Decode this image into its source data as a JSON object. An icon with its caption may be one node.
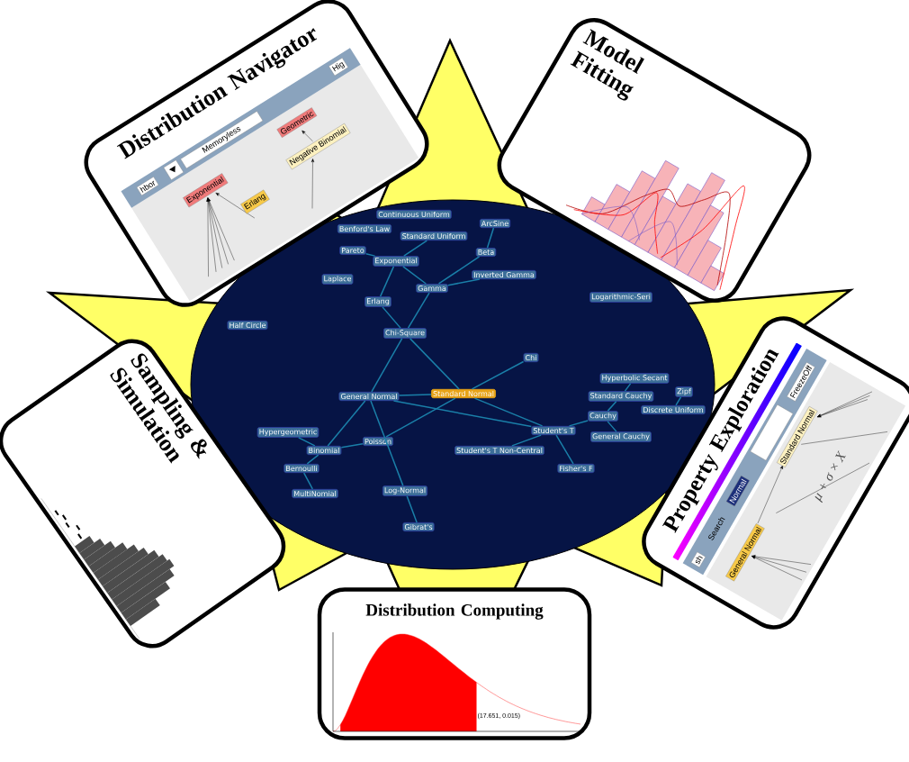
{
  "diagram": {
    "nodes": [
      {
        "text": [
          "Distribution Navigator"
        ]
      },
      {
        "text": [
          "Model Fitting"
        ]
      },
      {
        "text": [
          "Sampling & Simulation"
        ]
      },
      {
        "text": [
          "Property Exploration"
        ]
      },
      {
        "text": [
          "Distribution Computing"
        ]
      },
      {
        "text": [],
        "shape": "ellipse"
      },
      {
        "text": [
          "Continuous Uniform"
        ],
        "in": 5
      },
      {
        "text": [
          "Benford's Law"
        ],
        "in": 5
      },
      {
        "text": [
          "ArcSine"
        ],
        "in": 5
      },
      {
        "text": [
          "Standard Uniform"
        ],
        "in": 5
      },
      {
        "text": [
          "Beta"
        ],
        "in": 5
      },
      {
        "text": [
          "Pareto"
        ],
        "in": 5
      },
      {
        "text": [
          "Exponential"
        ],
        "in": 5
      },
      {
        "text": [
          "Inverted Gamma"
        ],
        "in": 5
      },
      {
        "text": [
          "Laplace"
        ],
        "in": 5
      },
      {
        "text": [
          "Gamma"
        ],
        "in": 5
      },
      {
        "text": [
          "Logarithmic-Seri"
        ],
        "in": 5
      },
      {
        "text": [
          "Erlang"
        ],
        "in": 5
      },
      {
        "text": [
          "Half Circle"
        ],
        "in": 5
      },
      {
        "text": [
          "Chi-Square"
        ],
        "in": 5
      },
      {
        "text": [
          "Chi"
        ],
        "in": 5
      },
      {
        "text": [
          "Hyperbolic Secant"
        ],
        "in": 5
      },
      {
        "text": [
          "Standard Normal"
        ],
        "in": 5
      },
      {
        "text": [
          "General Normal"
        ],
        "in": 5
      },
      {
        "text": [
          "Zipf"
        ],
        "in": 5
      },
      {
        "text": [
          "Standard Cauchy"
        ],
        "in": 5
      },
      {
        "text": [
          "Discrete Uniform"
        ],
        "in": 5
      },
      {
        "text": [
          "Cauchy"
        ],
        "in": 5
      },
      {
        "text": [
          "Student's T"
        ],
        "in": 5
      },
      {
        "text": [
          "General Cauchy"
        ],
        "in": 5
      },
      {
        "text": [
          "Hypergeometric"
        ],
        "in": 5
      },
      {
        "text": [
          "Student's T Non-Central"
        ],
        "in": 5
      },
      {
        "text": [
          "Poisson"
        ],
        "in": 5
      },
      {
        "text": [
          "Binomial"
        ],
        "in": 5
      },
      {
        "text": [
          "Fisher's F"
        ],
        "in": 5
      },
      {
        "text": [
          "Bernoulli"
        ],
        "in": 5
      },
      {
        "text": [
          "MultiNomial"
        ],
        "in": 5
      },
      {
        "text": [
          "Log-Normal"
        ],
        "in": 5
      },
      {
        "text": [
          "Gibrat's"
        ],
        "in": 5
      }
    ],
    "edges": [
      {
        "from": 9,
        "to": 12,
        "arrow": "none"
      },
      {
        "from": 11,
        "to": 12,
        "arrow": "none"
      },
      {
        "from": 12,
        "to": 15,
        "arrow": "none"
      },
      {
        "from": 12,
        "to": 17,
        "arrow": "none"
      },
      {
        "from": 10,
        "to": 8,
        "arrow": "none"
      },
      {
        "from": 10,
        "to": 15,
        "arrow": "none"
      },
      {
        "from": 15,
        "to": 13,
        "arrow": "none"
      },
      {
        "from": 15,
        "to": 19,
        "arrow": "none"
      },
      {
        "from": 17,
        "to": 19,
        "arrow": "none"
      },
      {
        "from": 19,
        "to": 22,
        "arrow": "none"
      },
      {
        "from": 19,
        "to": 23,
        "arrow": "none"
      },
      {
        "from": 23,
        "to": 22,
        "arrow": "none"
      },
      {
        "from": 23,
        "to": 33,
        "arrow": "none"
      },
      {
        "from": 23,
        "to": 28,
        "arrow": "none"
      },
      {
        "from": 22,
        "to": 32,
        "arrow": "none"
      },
      {
        "from": 22,
        "to": 20,
        "arrow": "none"
      },
      {
        "from": 22,
        "to": 28,
        "arrow": "none"
      },
      {
        "from": 28,
        "to": 31,
        "arrow": "none"
      },
      {
        "from": 28,
        "to": 27,
        "arrow": "none"
      },
      {
        "from": 28,
        "to": 34,
        "arrow": "none"
      },
      {
        "from": 27,
        "to": 25,
        "arrow": "none"
      },
      {
        "from": 27,
        "to": 29,
        "arrow": "none"
      },
      {
        "from": 25,
        "to": 21,
        "arrow": "none"
      },
      {
        "from": 24,
        "to": 26,
        "arrow": "none"
      },
      {
        "from": 23,
        "to": 37,
        "arrow": "none"
      },
      {
        "from": 37,
        "to": 38,
        "arrow": "none"
      },
      {
        "from": 33,
        "to": 32,
        "arrow": "none"
      },
      {
        "from": 30,
        "to": 33,
        "arrow": "none"
      },
      {
        "from": 33,
        "to": 35,
        "arrow": "none"
      },
      {
        "from": 35,
        "to": 36,
        "arrow": "none"
      }
    ],
    "labels": [
      "hbor",
      "Memoryless",
      "Hig",
      "Exponential",
      "Geometric",
      "Erlang",
      "Negative Binomial",
      "sh",
      "Search",
      "Normal",
      "FreezeOff",
      "General Normal",
      "Standard Normal",
      "μ + σ × X",
      "(17.651, 0.015)"
    ]
  }
}
